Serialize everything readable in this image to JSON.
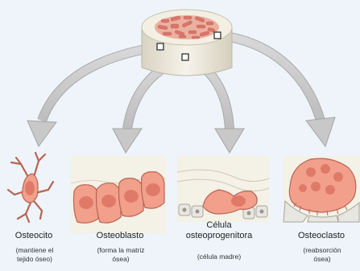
{
  "cells": [
    {
      "name": "Osteocito",
      "desc": "(mantiene el tejido óseo)"
    },
    {
      "name": "Osteoblasto",
      "desc": "(forma la matriz ósea)"
    },
    {
      "name": "Célula osteoprogenitora",
      "desc": "(célula madre)"
    },
    {
      "name": "Osteoclasto",
      "desc": "(reabsorción ósea)"
    }
  ],
  "colors": {
    "background": "#eef4fa",
    "cell_fill": "#f2a08c",
    "cell_stroke": "#b86454",
    "nucleus": "#e07a68",
    "arrow": "#c8c8c8",
    "bone_matrix": "#f4f1e6"
  }
}
